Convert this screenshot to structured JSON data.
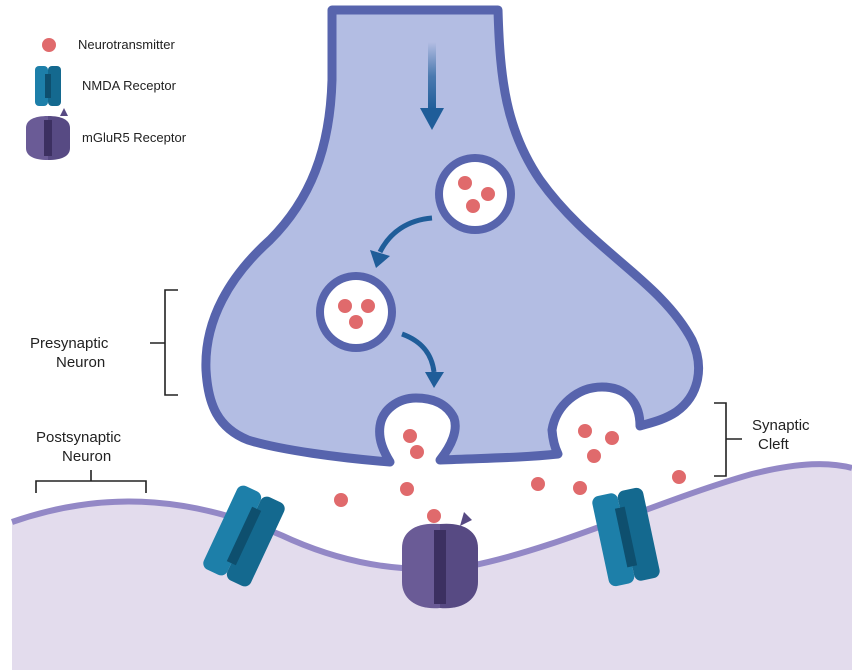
{
  "legend": {
    "items": [
      {
        "icon": "neurotransmitter-dot",
        "label": "Neurotransmitter"
      },
      {
        "icon": "nmda-receptor-icon",
        "label": "NMDA Receptor"
      },
      {
        "icon": "mglur5-receptor-icon",
        "label": "mGluR5 Receptor"
      }
    ]
  },
  "labels": {
    "presynaptic": [
      "Presynaptic",
      "Neuron"
    ],
    "postsynaptic": [
      "Postsynaptic",
      "Neuron"
    ],
    "cleft": [
      "Synaptic",
      "Cleft"
    ]
  },
  "colors": {
    "neuron_fill": "#b3bde3",
    "neuron_outline": "#5764ad",
    "postsynaptic_fill": "#e3dced",
    "postsynaptic_membrane": "#9388c6",
    "neurotransmitter": "#e06a6c",
    "nmda_receptor": "#1d7fa9",
    "mglur5_receptor": "#6a5b96",
    "arrow": "#1f5d99"
  }
}
